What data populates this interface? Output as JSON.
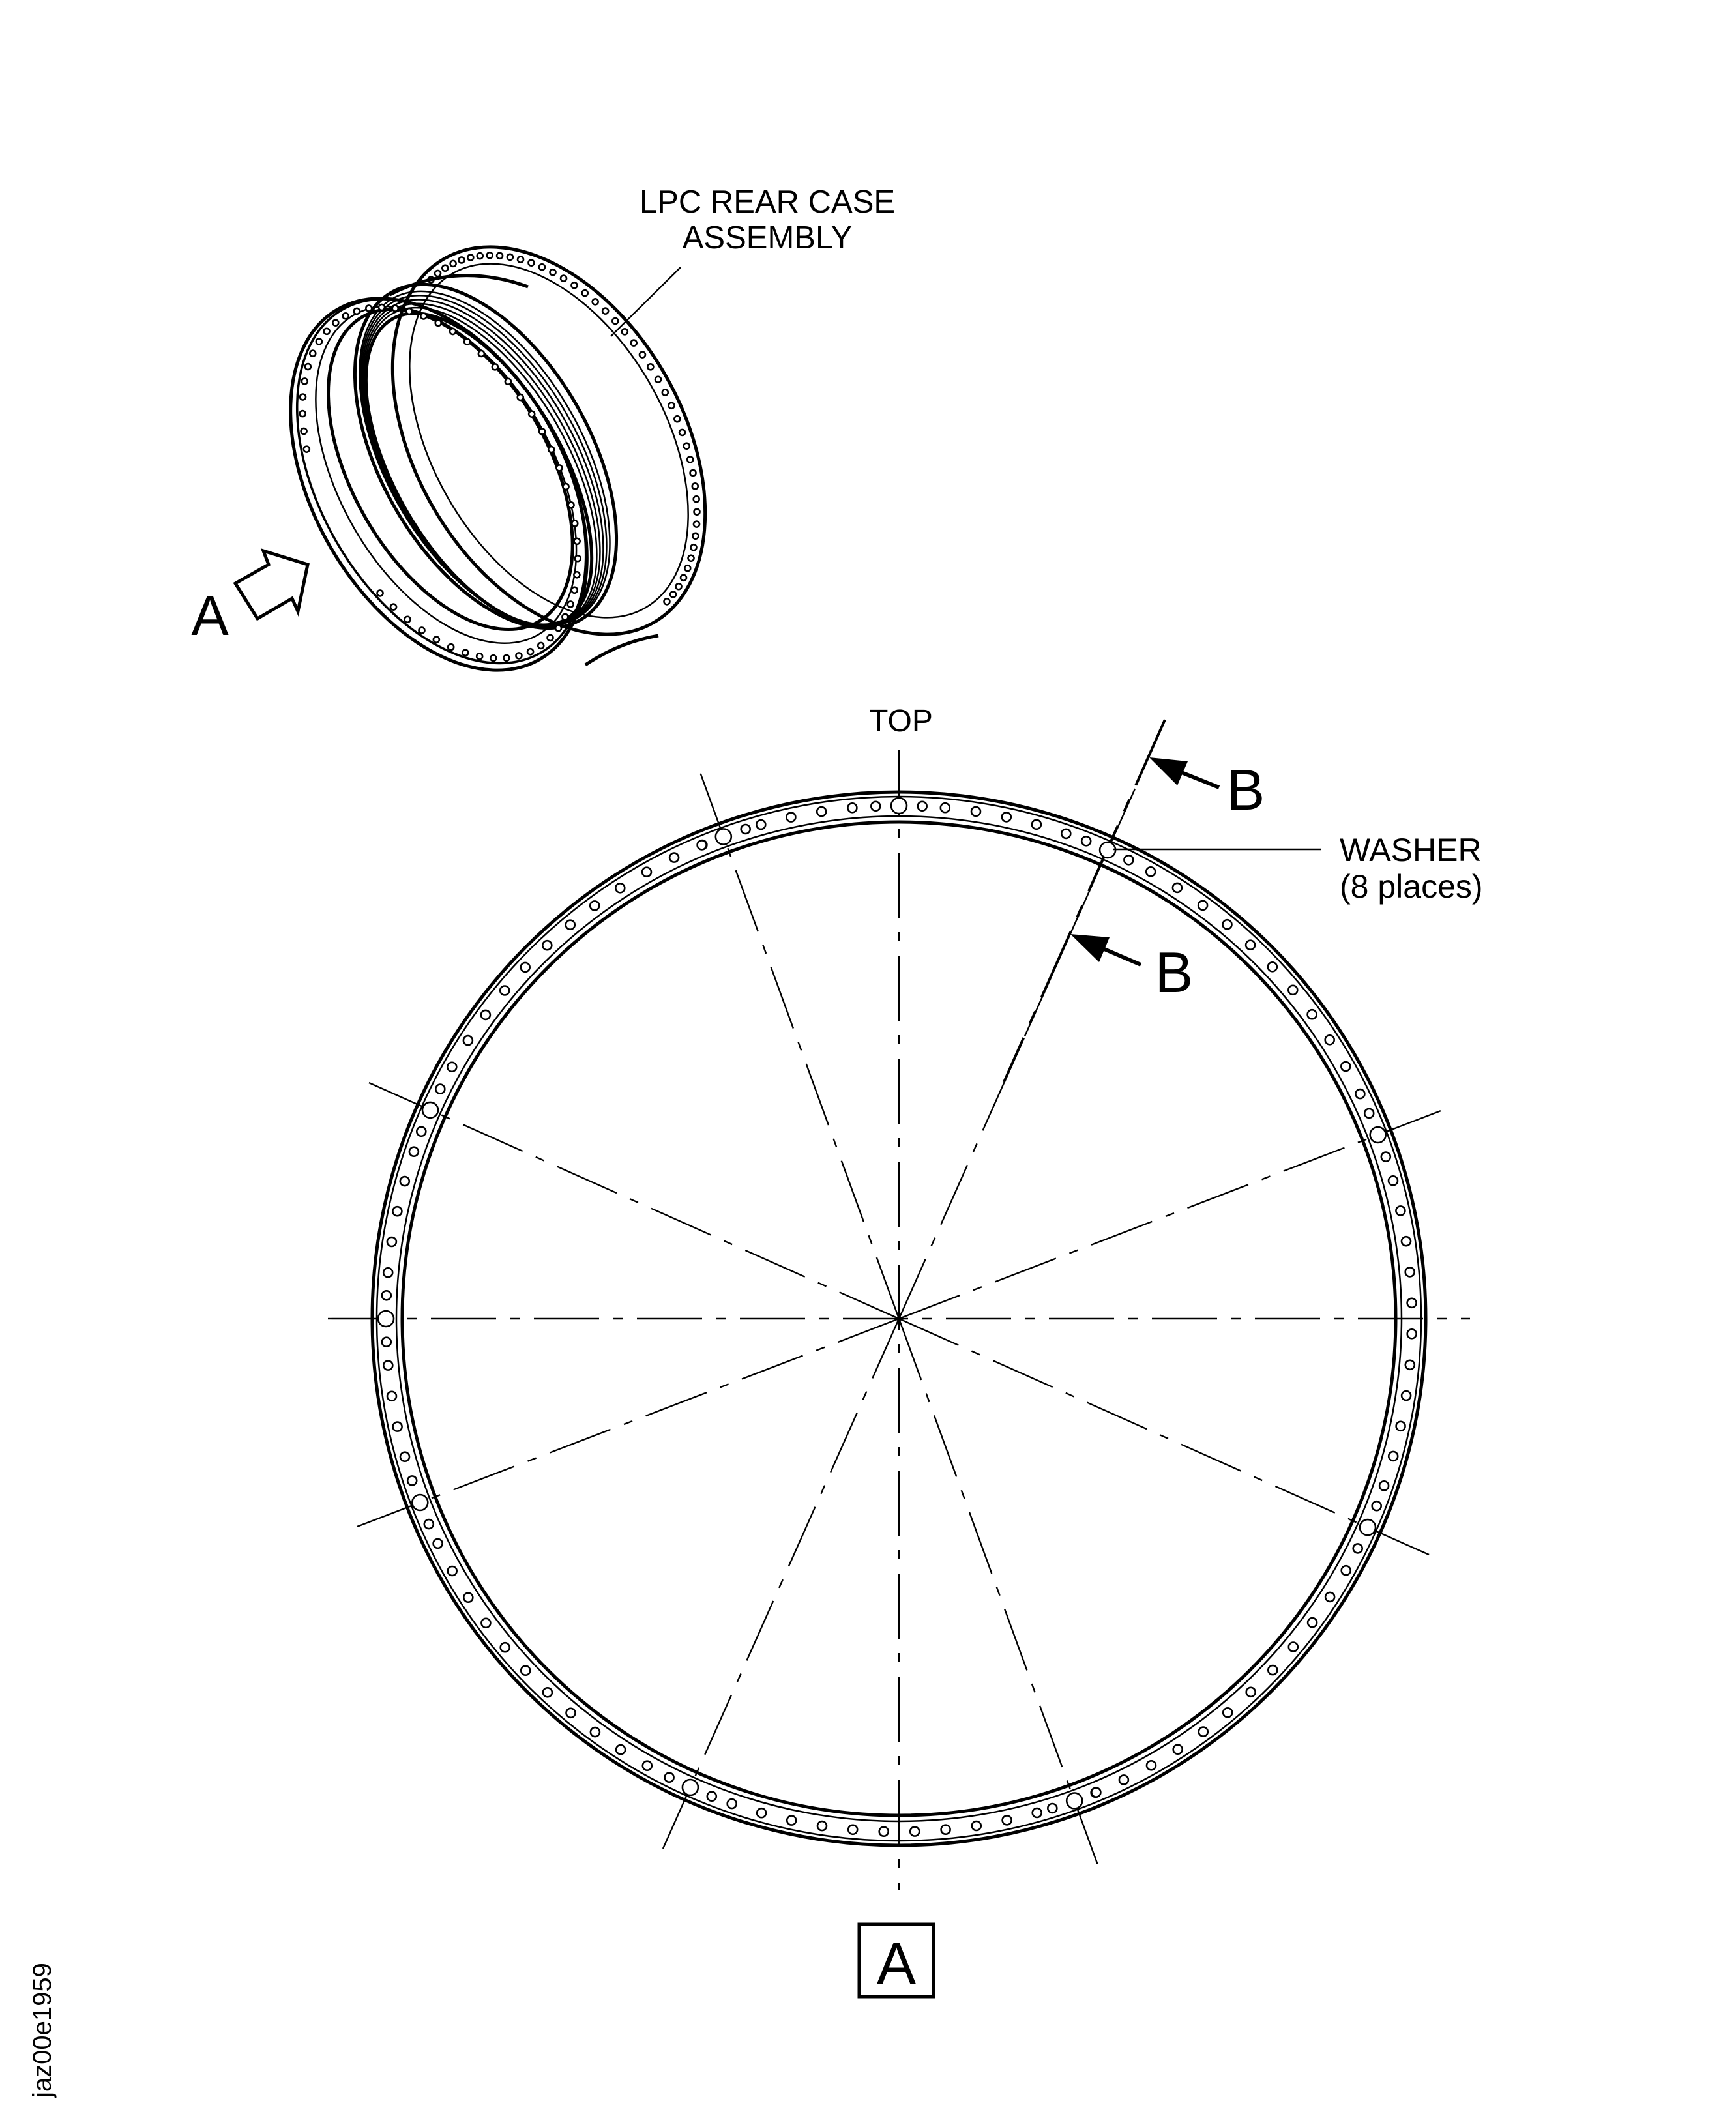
{
  "figure": {
    "id_label": "jaz00e1959",
    "iso_view": {
      "label_line1": "LPC REAR CASE",
      "label_line2": "ASSEMBLY",
      "view_arrow_label": "A"
    },
    "main_view": {
      "top_label": "TOP",
      "view_label": "A",
      "section_label_upper": "B",
      "section_label_lower": "B",
      "callout_line1": "WASHER",
      "callout_line2": "(8 places)",
      "washer_count": 8,
      "washer_angles_deg": [
        24,
        69,
        114,
        160,
        204,
        249,
        294,
        340
      ],
      "locating_hole_angles_deg": [
        0,
        270
      ],
      "radial_centerline_angles_deg": [
        24,
        69,
        114,
        160,
        204,
        249,
        294,
        340
      ],
      "bolt_hole_count": 104
    },
    "colors": {
      "line": "#000000",
      "background": "#ffffff"
    }
  }
}
